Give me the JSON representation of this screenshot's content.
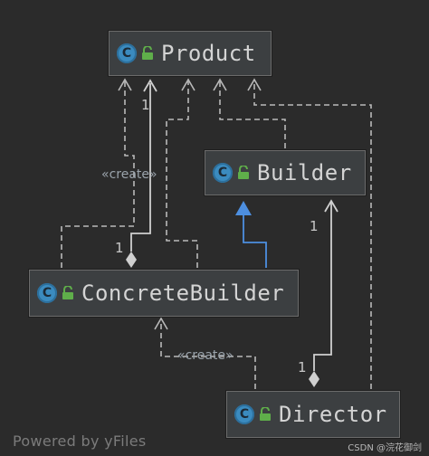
{
  "nodes": {
    "product": {
      "label": "Product",
      "icon": "class-icon",
      "icon_letter": "C",
      "visibility_icon": "public-lock-icon"
    },
    "builder": {
      "label": "Builder",
      "icon": "class-icon",
      "icon_letter": "C",
      "visibility_icon": "public-lock-icon"
    },
    "concrete_builder": {
      "label": "ConcreteBuilder",
      "icon": "class-icon",
      "icon_letter": "C",
      "visibility_icon": "public-lock-icon"
    },
    "director": {
      "label": "Director",
      "icon": "class-icon",
      "icon_letter": "C",
      "visibility_icon": "public-lock-icon"
    }
  },
  "edges": {
    "create_label_1": "«create»",
    "create_label_2": "«create»",
    "mult_product_concrete_top": "1",
    "mult_product_concrete_bottom": "1",
    "mult_builder_director_top": "1",
    "mult_builder_director_bottom": "1"
  },
  "colors": {
    "background": "#2b2b2b",
    "node_fill": "#3c3f41",
    "dashed_edge": "#b9b9b9",
    "solid_edge": "#d0d0d0",
    "inheritance_edge": "#4d8fe0"
  },
  "footer": "Powered by yFiles",
  "watermark": "CSDN @浣花御剑"
}
